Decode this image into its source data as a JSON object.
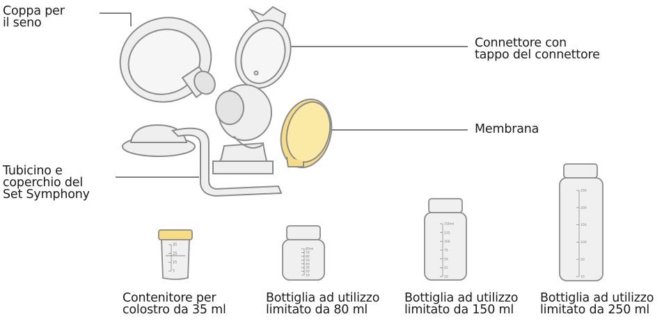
{
  "labels": {
    "breast_shield": "Coppa per\nil seno",
    "connector": "Connettore con\ntappo del connettore",
    "membrane": "Membrana",
    "tubing": "Tubicino e\ncoperchio del\nSet Symphony",
    "colostrum_container": "Contenitore per\ncolostro da 35 ml",
    "bottle_80": "Bottiglia ad utilizzo\nlimitato da 80 ml",
    "bottle_150": "Bottiglia ad utilizzo\nlimitato da 150 ml",
    "bottle_250": "Bottiglia ad utilizzo\nlimitato da 250 ml"
  },
  "scales": {
    "container_35": [
      "35",
      "25",
      "15",
      "5"
    ],
    "bottle_80": [
      "80ml",
      "70",
      "60",
      "50",
      "40",
      "30",
      "20",
      "10"
    ],
    "bottle_150": [
      "150ml",
      "125",
      "100",
      "75",
      "50",
      "25",
      "10"
    ],
    "bottle_250": [
      "250",
      "200",
      "150",
      "100",
      "50",
      "10"
    ]
  },
  "colors": {
    "outline": "#8a8a8a",
    "part_fill": "#eeeeee",
    "membrane_fill": "#fbe9a6",
    "lid_fill": "#f7dc86",
    "line": "#333333"
  }
}
